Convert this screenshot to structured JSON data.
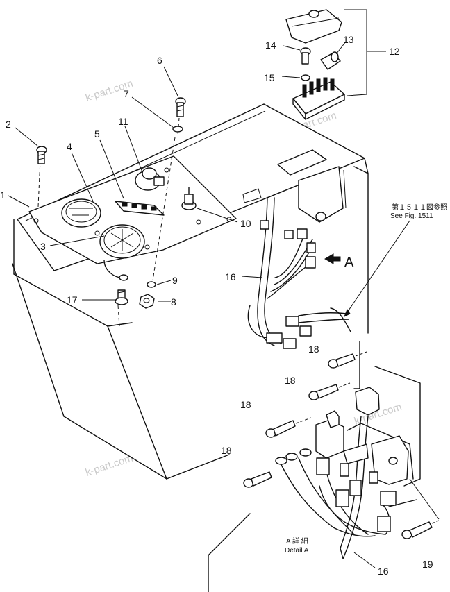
{
  "callouts": [
    {
      "id": "c1",
      "text": "1"
    },
    {
      "id": "c2",
      "text": "2"
    },
    {
      "id": "c3",
      "text": "3"
    },
    {
      "id": "c4",
      "text": "4"
    },
    {
      "id": "c5",
      "text": "5"
    },
    {
      "id": "c6",
      "text": "6"
    },
    {
      "id": "c7",
      "text": "7"
    },
    {
      "id": "c8",
      "text": "8"
    },
    {
      "id": "c9",
      "text": "9"
    },
    {
      "id": "c10",
      "text": "10"
    },
    {
      "id": "c11",
      "text": "11"
    },
    {
      "id": "c12",
      "text": "12"
    },
    {
      "id": "c13",
      "text": "13"
    },
    {
      "id": "c14",
      "text": "14"
    },
    {
      "id": "c15",
      "text": "15"
    },
    {
      "id": "c16a",
      "text": "16"
    },
    {
      "id": "c16b",
      "text": "16"
    },
    {
      "id": "c17",
      "text": "17"
    },
    {
      "id": "c18a",
      "text": "18"
    },
    {
      "id": "c18b",
      "text": "18"
    },
    {
      "id": "c18c",
      "text": "18"
    },
    {
      "id": "c18d",
      "text": "18"
    },
    {
      "id": "c19",
      "text": "19"
    }
  ],
  "view_arrow": {
    "label": "A"
  },
  "reference_note": {
    "line1": "第１５１１図参照",
    "line2": "See Fig. 1511"
  },
  "detail_note": {
    "line1": "A 詳 細",
    "line2": "Detail A"
  },
  "watermarks": [
    "k-part.com",
    "k-part.com",
    "k-part.com",
    "k-part.com"
  ]
}
